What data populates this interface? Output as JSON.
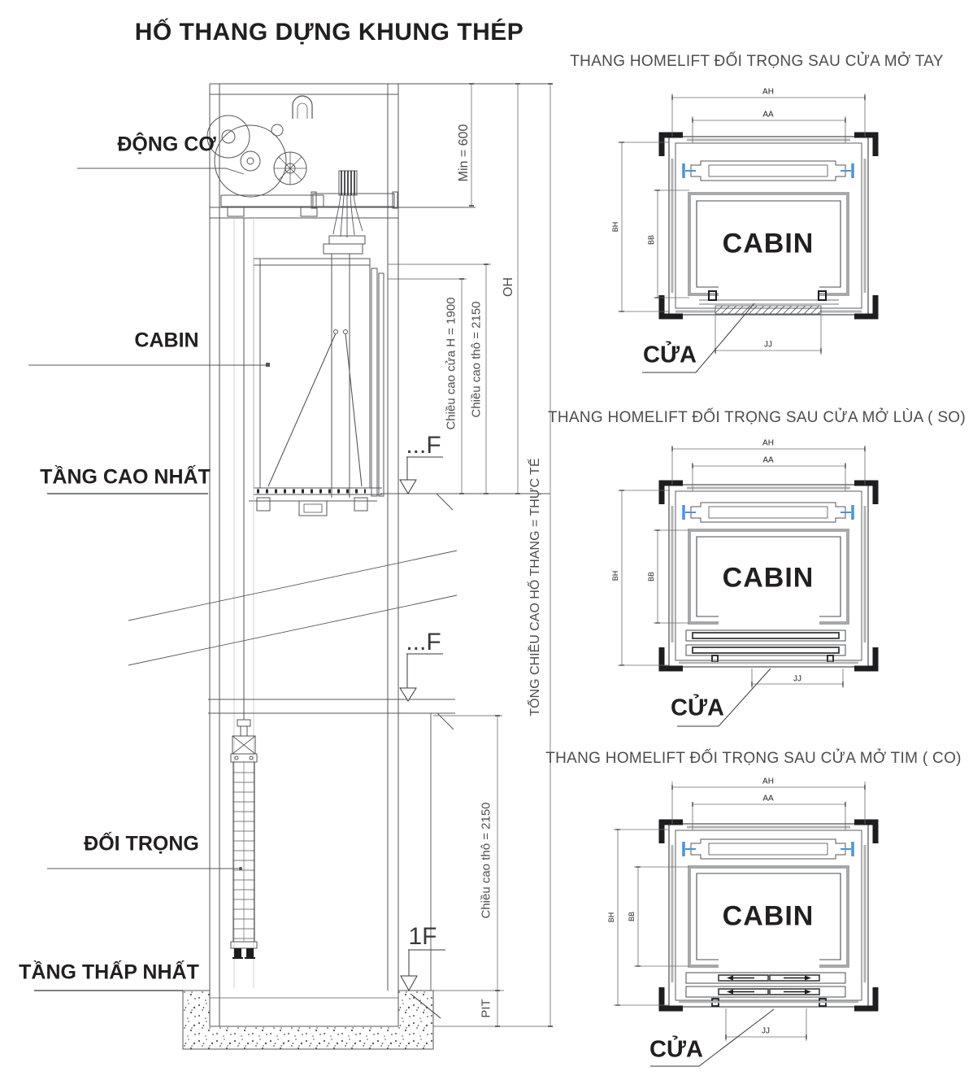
{
  "page": {
    "title": "HỐ THANG DỰNG KHUNG THÉP"
  },
  "section": {
    "labels": {
      "motor": "ĐỘNG CƠ",
      "cabin": "CABIN",
      "highest_floor": "TẦNG CAO NHẤT",
      "counterweight": "ĐỐI TRỌNG",
      "lowest_floor": "TẦNG THẤP NHẤT"
    },
    "dims": {
      "min_overhead": "Min = 600",
      "oh": "OH",
      "door_height": "Chiều cao cửa H = 1900",
      "rough_height_top": "Chiều cao thô = 2150",
      "total_height": "TỔNG CHIỀU CAO HỐ THANG = THỰC TẾ",
      "rough_height_bottom": "Chiều cao thô =  2150",
      "pit": "PIT"
    },
    "markers": {
      "upper": "...F",
      "middle": "...F",
      "first": "1F"
    }
  },
  "plans": [
    {
      "title": "THANG HOMELIFT ĐỐI TRỌNG SAU CỬA MỞ TAY",
      "cabin_label": "CABIN",
      "door_label": "CỬA",
      "dims": {
        "ah": "AH",
        "aa": "AA",
        "bh": "BH",
        "bb": "BB",
        "jj": "JJ"
      }
    },
    {
      "title": "THANG HOMELIFT ĐỐI TRỌNG SAU CỬA MỞ LÙA ( SO)",
      "cabin_label": "CABIN",
      "door_label": "CỬA",
      "dims": {
        "ah": "AH",
        "aa": "AA",
        "bh": "BH",
        "bb": "BB",
        "jj": "JJ"
      }
    },
    {
      "title": "THANG HOMELIFT ĐỐI TRỌNG SAU CỬA MỞ TIM ( CO)",
      "cabin_label": "CABIN",
      "door_label": "CỬA",
      "dims": {
        "ah": "AH",
        "aa": "AA",
        "bh": "BH",
        "bb": "BB",
        "jj": "JJ"
      }
    }
  ],
  "colors": {
    "line_gray": "#55565a",
    "dark": "#1d1d1f",
    "light_gray": "#b3b5b7",
    "accent_blue": "#4f93d3",
    "text_dark": "#231f20",
    "text_gray": "#4d4d4f"
  }
}
